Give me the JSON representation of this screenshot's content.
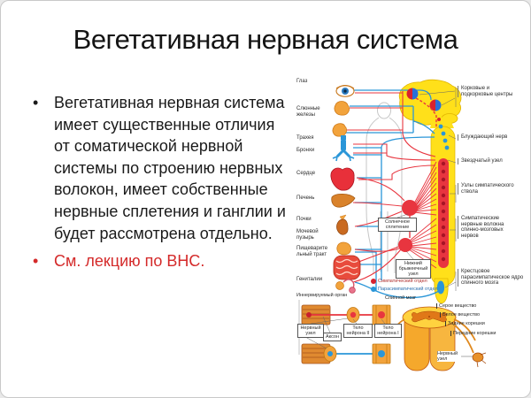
{
  "slide": {
    "title": "Вегетативная нервная система",
    "bullets": [
      {
        "text": "Вегетативная нервная система имеет существенные отличия от соматической нервной системы по строению нервных волокон, имеет собственные нервные сплетения и ганглии и будет рассмотрена отдельно.",
        "color": "#1a1a1a"
      },
      {
        "text": "См. лекцию по ВНС.",
        "color": "#d42a2a"
      }
    ]
  },
  "colors": {
    "accent_red": "#d42a2a",
    "nerve_red": "#e8353f",
    "nerve_blue": "#2a96d8",
    "cns_yellow": "#ffe01a",
    "organ_orange": "#f2a33c"
  },
  "diagram": {
    "organs": {
      "eye": "Глаз",
      "salivary": "Слюнные железы",
      "trachea": "Трахея",
      "bronchi": "Бронхи",
      "heart": "Сердце",
      "liver": "Печень",
      "kidneys": "Почки",
      "bladder": "Мочевой пузырь",
      "digestive": "Пищеварительный тракт",
      "genitals": "Гениталии"
    },
    "right": {
      "cortical": "Корковые и подкорковые центры",
      "vagus": "Блуждающий нерв",
      "stellate": "Звездчатый узел",
      "trunk": "Узлы симпатического ствола",
      "fibers": "Симпатические нервные волокна спинно-мозговых нервов",
      "sacral": "Крестцовое парасимпатическое ядро спинного мозга"
    },
    "plexus": {
      "solar": "Солнечное сплетение",
      "mesenteric": "Нижний брыжеечный узел"
    },
    "legend": {
      "sympathetic": "Симпатический отдел",
      "parasympathetic": "Парасимпатический отдел",
      "spinal_cord": "Спинной мозг"
    },
    "inset": {
      "organ": "Иннервируемый орган",
      "ganglion": "Нервный узел",
      "axon": "Аксон",
      "neuron2": "Тело нейрона II",
      "neuron1": "Тело нейрона I"
    },
    "section": {
      "gray": "Серое вещество",
      "white": "Белое вещество",
      "dorsal": "Задние корешки",
      "ventral": "Передние корешки",
      "ganglion": "Нервный узел"
    }
  }
}
